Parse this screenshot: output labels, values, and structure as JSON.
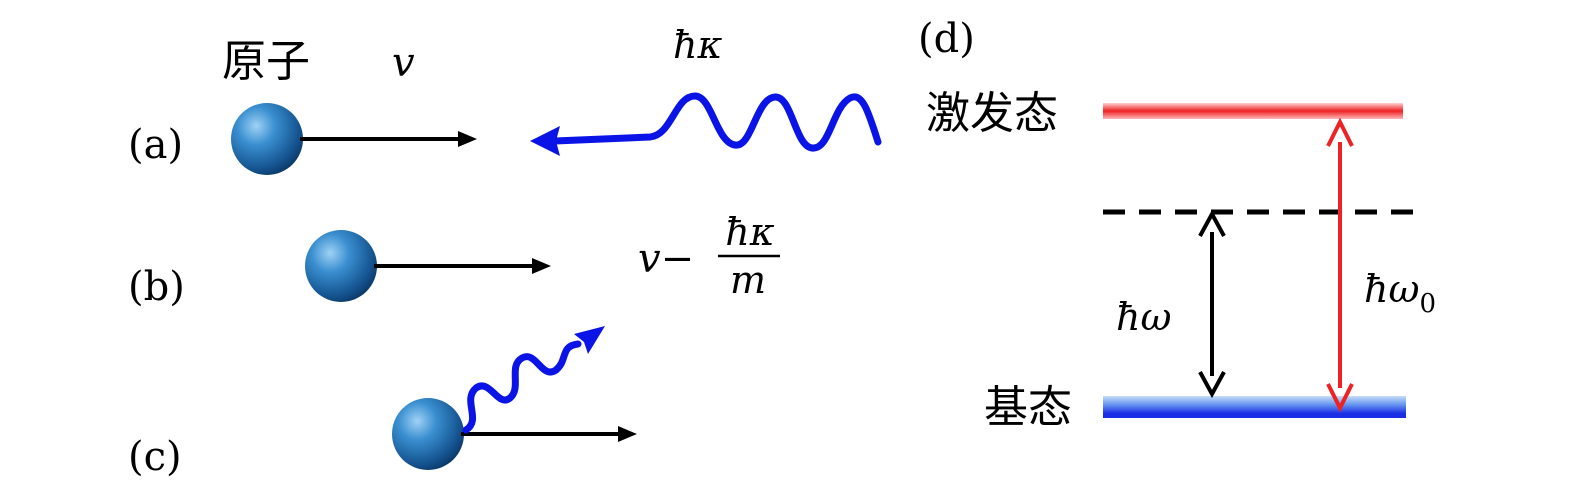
{
  "panels": {
    "a": {
      "label": "(a)",
      "atom_label": "原子",
      "velocity": "v",
      "photon_momentum": "ħκ"
    },
    "b": {
      "label": "(b)",
      "velocity_prefix": "v−",
      "frac_num": "ħκ",
      "frac_den": "m"
    },
    "c": {
      "label": "(c)"
    },
    "d": {
      "label": "(d)",
      "excited_state": "激发态",
      "ground_state": "基态",
      "laser_energy": "ħω",
      "transition_energy": "ħω",
      "transition_subscript": "0"
    }
  },
  "colors": {
    "atom": "#1f6fb5",
    "photon": "#0a14e6",
    "excited_level": "#ee2222",
    "ground_level": "#1a2ee6",
    "arrow": "#000000"
  }
}
